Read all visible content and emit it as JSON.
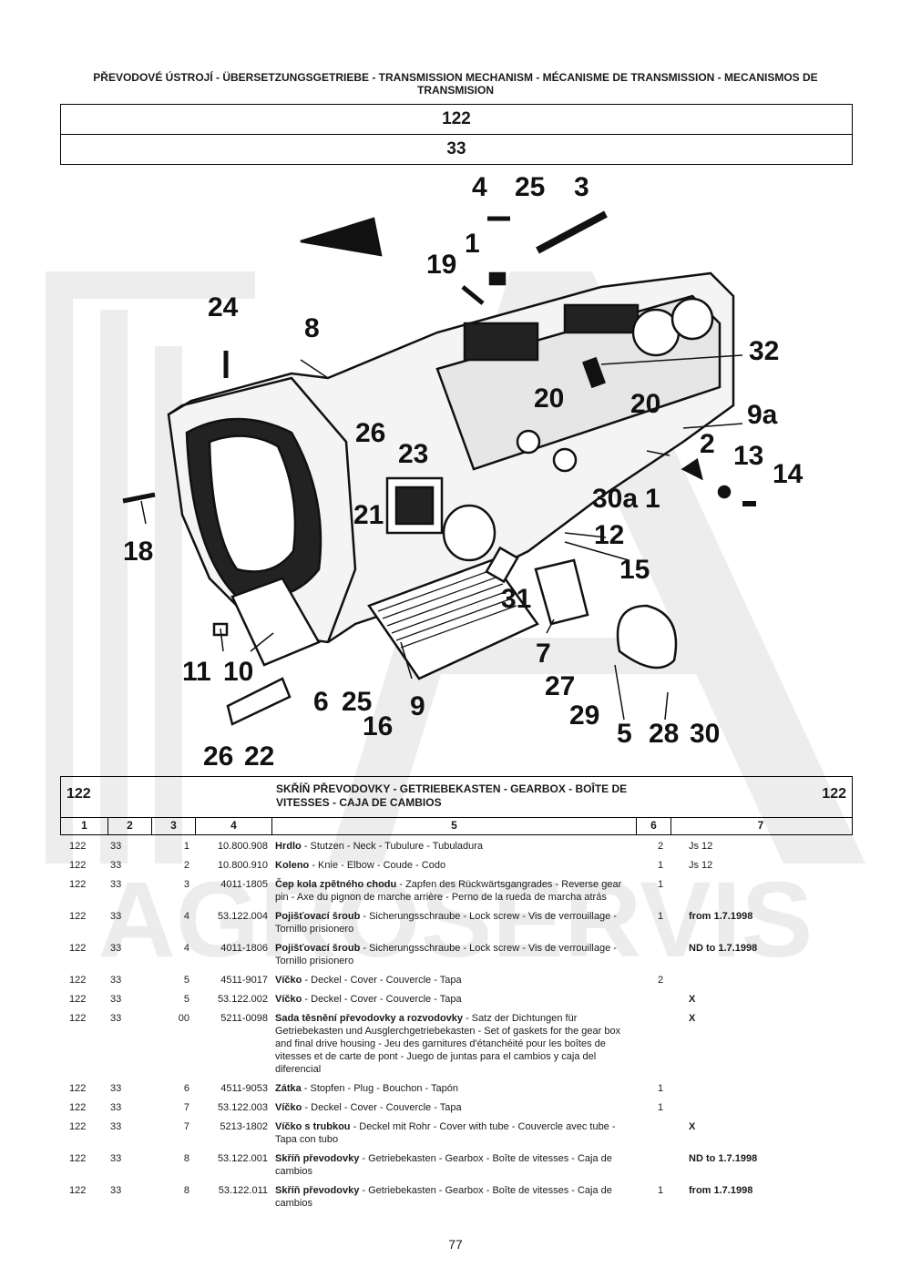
{
  "header": {
    "title": "PŘEVODOVÉ ÚSTROJÍ - ÜBERSETZUNGSGETRIEBE - TRANSMISSION MECHANISM - MÉCANISME DE TRANSMISSION - MECANISMOS DE TRANSMISION",
    "box1": "122",
    "box2": "33"
  },
  "watermark": {
    "text": "AGROSERVIS",
    "color": "#ececec"
  },
  "diagram_labels": {
    "l4": "4",
    "l25a": "25",
    "l3": "3",
    "l1a": "1",
    "l19": "19",
    "l24": "24",
    "l8": "8",
    "l32": "32",
    "l20a": "20",
    "l20b": "20",
    "l9a": "9a",
    "l26a": "26",
    "l23": "23",
    "l2": "2",
    "l13": "13",
    "l14": "14",
    "l30a": "30a",
    "l1b": "1",
    "l18": "18",
    "l21": "21",
    "l12": "12",
    "l15": "15",
    "l31": "31",
    "l11": "11",
    "l10": "10",
    "l7": "7",
    "l27": "27",
    "l29": "29",
    "l6": "6",
    "l25b": "25",
    "l16": "16",
    "l9": "9",
    "l5": "5",
    "l28": "28",
    "l30": "30",
    "l26b": "26",
    "l22": "22"
  },
  "table": {
    "group_left": "122",
    "group_right": "122",
    "title": "SKŘÍŇ PŘEVODOVKY - GETRIEBEKASTEN - GEARBOX - BOÎTE DE VITESSES - CAJA DE CAMBIOS",
    "columns": [
      "1",
      "2",
      "3",
      "4",
      "5",
      "6",
      "7"
    ],
    "rows": [
      {
        "c1": "122",
        "c2": "33",
        "c3": "1",
        "c4": "10.800.908",
        "name": "Hrdlo",
        "desc": " - Stutzen - Neck - Tubulure - Tubuladura",
        "c6": "2",
        "c7": "Js 12",
        "c7bold": false
      },
      {
        "c1": "122",
        "c2": "33",
        "c3": "2",
        "c4": "10.800.910",
        "name": "Koleno",
        "desc": " - Knie - Elbow - Coude - Codo",
        "c6": "1",
        "c7": "Js 12",
        "c7bold": false
      },
      {
        "c1": "122",
        "c2": "33",
        "c3": "3",
        "c4": "4011-1805",
        "name": "Čep kola zpětného chodu",
        "desc": " - Zapfen des Rückwärtsgangrades - Reverse gear pin - Axe du pignon de marche arrière - Perno de la rueda de marcha atrás",
        "c6": "1",
        "c7": "",
        "c7bold": false
      },
      {
        "c1": "122",
        "c2": "33",
        "c3": "4",
        "c4": "53.122.004",
        "name": "Pojišťovací šroub",
        "desc": " - Sicherungsschraube - Lock screw - Vis de verrouillage - Tornillo prisionero",
        "c6": "1",
        "c7": "from 1.7.1998",
        "c7bold": true
      },
      {
        "c1": "122",
        "c2": "33",
        "c3": "4",
        "c4": "4011-1806",
        "name": "Pojišťovací šroub",
        "desc": " - Sicherungsschraube - Lock screw - Vis de verrouillage - Tornillo prisionero",
        "c6": "",
        "c7": "ND  to 1.7.1998",
        "c7bold": true
      },
      {
        "c1": "122",
        "c2": "33",
        "c3": "5",
        "c4": "4511-9017",
        "name": "Víčko",
        "desc": " - Deckel - Cover - Couvercle - Tapa",
        "c6": "2",
        "c7": "",
        "c7bold": false
      },
      {
        "c1": "122",
        "c2": "33",
        "c3": "5",
        "c4": "53.122.002",
        "name": "Víčko",
        "desc": " - Deckel - Cover - Couvercle - Tapa",
        "c6": "",
        "c7": "X",
        "c7bold": true
      },
      {
        "c1": "122",
        "c2": "33",
        "c3": "00",
        "c4": "5211-0098",
        "name": "Sada těsnění převodovky a rozvodovky",
        "desc": " - Satz der Dichtungen für Getriebekasten und Ausglerchgetriebekasten - Set of gaskets for the gear box and final drive housing - Jeu des garnitures d'étanchéité pour les boîtes de vitesses et de carte de pont - Juego de juntas para el cambios y caja del diferencial",
        "c6": "",
        "c7": "X",
        "c7bold": true
      },
      {
        "c1": "122",
        "c2": "33",
        "c3": "6",
        "c4": "4511-9053",
        "name": "Zátka",
        "desc": " - Stopfen - Plug - Bouchon - Tapón",
        "c6": "1",
        "c7": "",
        "c7bold": false
      },
      {
        "c1": "122",
        "c2": "33",
        "c3": "7",
        "c4": "53.122.003",
        "name": "Víčko",
        "desc": " - Deckel - Cover - Couvercle - Tapa",
        "c6": "1",
        "c7": "",
        "c7bold": false
      },
      {
        "c1": "122",
        "c2": "33",
        "c3": "7",
        "c4": "5213-1802",
        "name": "Víčko s trubkou",
        "desc": " - Deckel mit Rohr - Cover with tube - Couvercle avec tube - Tapa con tubo",
        "c6": "",
        "c7": "X",
        "c7bold": true
      },
      {
        "c1": "122",
        "c2": "33",
        "c3": "8",
        "c4": "53.122.001",
        "name": "Skříň převodovky",
        "desc": " - Getriebekasten - Gearbox - Boîte de vitesses - Caja de cambios",
        "c6": "",
        "c7": "ND  to 1.7.1998",
        "c7bold": true
      },
      {
        "c1": "122",
        "c2": "33",
        "c3": "8",
        "c4": "53.122.011",
        "name": "Skříň převodovky",
        "desc": " - Getriebekasten - Gearbox - Boîte de vitesses - Caja de cambios",
        "c6": "1",
        "c7": "from 1.7.1998",
        "c7bold": true
      }
    ]
  },
  "page_number": "77"
}
